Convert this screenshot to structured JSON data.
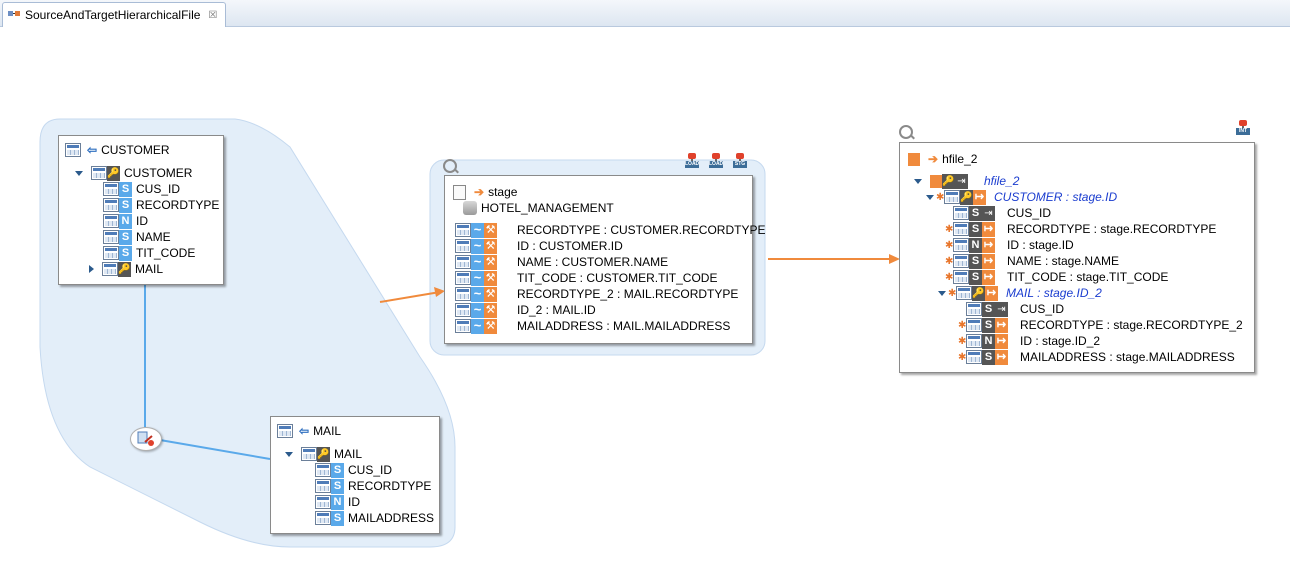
{
  "tab": {
    "title": "SourceAndTargetHierarchicalFile",
    "close": "☒"
  },
  "customer_box": {
    "title": "CUSTOMER",
    "node": "CUSTOMER",
    "columns": [
      {
        "badge": "S",
        "name": "CUS_ID",
        "key": true
      },
      {
        "badge": "S",
        "name": "RECORDTYPE"
      },
      {
        "badge": "N",
        "name": "ID"
      },
      {
        "badge": "S",
        "name": "NAME"
      },
      {
        "badge": "S",
        "name": "TIT_CODE"
      }
    ],
    "child": "MAIL"
  },
  "mail_box": {
    "title": "MAIL",
    "node": "MAIL",
    "columns": [
      {
        "badge": "S",
        "name": "CUS_ID",
        "key": true
      },
      {
        "badge": "S",
        "name": "RECORDTYPE"
      },
      {
        "badge": "N",
        "name": "ID"
      },
      {
        "badge": "S",
        "name": "MAILADDRESS"
      }
    ]
  },
  "stage_box": {
    "title": "stage",
    "subtitle": "HOTEL_MANAGEMENT",
    "badges": [
      "LOAD",
      "LOAD",
      "STG"
    ],
    "columns": [
      "RECORDTYPE : CUSTOMER.RECORDTYPE",
      "ID : CUSTOMER.ID",
      "NAME : CUSTOMER.NAME",
      "TIT_CODE : CUSTOMER.TIT_CODE",
      "RECORDTYPE_2 : MAIL.RECORDTYPE",
      "ID_2 : MAIL.ID",
      "MAILADDRESS : MAIL.MAILADDRESS"
    ]
  },
  "hfile_box": {
    "title": "hfile_2",
    "badge": "INT",
    "root": "hfile_2",
    "customer_node": "CUSTOMER : stage.ID",
    "customer_columns": [
      {
        "badge": "S",
        "text": "CUS_ID",
        "star": false,
        "key": true
      },
      {
        "badge": "S",
        "text": "RECORDTYPE : stage.RECORDTYPE",
        "star": true
      },
      {
        "badge": "N",
        "text": "ID : stage.ID",
        "star": true
      },
      {
        "badge": "S",
        "text": "NAME : stage.NAME",
        "star": true
      },
      {
        "badge": "S",
        "text": "TIT_CODE : stage.TIT_CODE",
        "star": true
      }
    ],
    "mail_node": "MAIL : stage.ID_2",
    "mail_columns": [
      {
        "badge": "S",
        "text": "CUS_ID",
        "star": false,
        "key": true
      },
      {
        "badge": "S",
        "text": "RECORDTYPE : stage.RECORDTYPE_2",
        "star": true
      },
      {
        "badge": "N",
        "text": "ID : stage.ID_2",
        "star": true
      },
      {
        "badge": "S",
        "text": "MAILADDRESS : stage.MAILADDRESS",
        "star": true
      }
    ]
  },
  "colors": {
    "group_fill": "#e3eef9",
    "flow_arrow": "#f08a3c",
    "join_line": "#5aa9ea"
  }
}
